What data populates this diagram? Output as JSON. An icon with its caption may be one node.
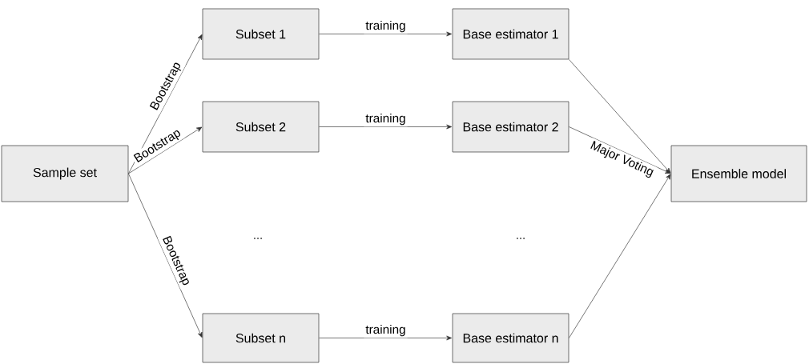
{
  "diagram": {
    "nodes": [
      {
        "text": [
          "Sample set"
        ]
      },
      {
        "text": [
          "Subset 1"
        ]
      },
      {
        "text": [
          "Subset 2"
        ]
      },
      {
        "text": [
          "Subset n"
        ]
      },
      {
        "text": [
          "Base estimator 1"
        ]
      },
      {
        "text": [
          "Base estimator 2"
        ]
      },
      {
        "text": [
          "Base estimator n"
        ]
      },
      {
        "text": [
          "Ensemble model"
        ]
      }
    ],
    "edges": [
      {
        "from": 0,
        "to": 1,
        "arrow": "to",
        "label": "Bootstrap"
      },
      {
        "from": 0,
        "to": 2,
        "arrow": "to",
        "label": "Bootstrap"
      },
      {
        "from": 0,
        "to": 3,
        "arrow": "to",
        "label": "Bootstrap"
      },
      {
        "from": 1,
        "to": 4,
        "arrow": "to",
        "label": "training"
      },
      {
        "from": 2,
        "to": 5,
        "arrow": "to",
        "label": "training"
      },
      {
        "from": 3,
        "to": 6,
        "arrow": "to",
        "label": "training"
      },
      {
        "from": 4,
        "to": 7,
        "arrow": "to"
      },
      {
        "from": 5,
        "to": 7,
        "arrow": "to",
        "label": "Major Voting"
      },
      {
        "from": 6,
        "to": 7,
        "arrow": "to"
      }
    ],
    "labels": [
      "...",
      "..."
    ]
  }
}
